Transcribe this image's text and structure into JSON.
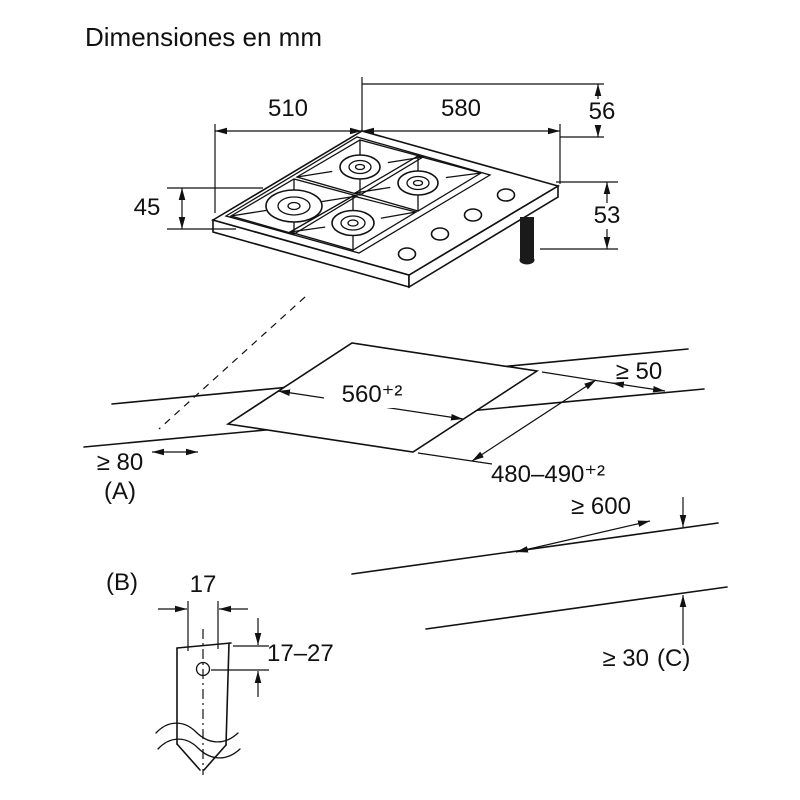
{
  "title": "Dimensiones en mm",
  "hob": {
    "width": "580",
    "depth": "510",
    "height_top": "56",
    "height_body": "53",
    "height_above": "45"
  },
  "cutout": {
    "width": "560⁺²",
    "depth": "480–490⁺²"
  },
  "clearances": {
    "rear": "≥ 50",
    "left": "≥ 80",
    "left_label": "(A)",
    "front": "≥ 600",
    "bottom": "≥ 30",
    "bottom_label": "(C)"
  },
  "detail": {
    "label": "(B)",
    "width": "17",
    "thickness": "17–27"
  }
}
